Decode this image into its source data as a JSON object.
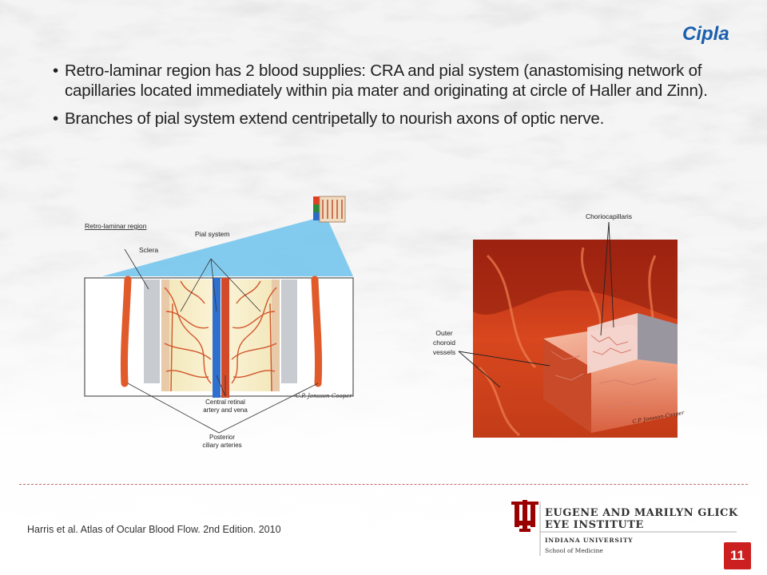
{
  "brand": {
    "name": "Cipla",
    "color": "#1b5fae"
  },
  "bullets": [
    "Retro-laminar region has 2 blood supplies: CRA and pial system (anastomising network of capillaries located immediately within pia mater and originating at circle of Haller and Zinn).",
    "Branches of pial system extend centripetally to nourish axons of optic nerve."
  ],
  "figure_left": {
    "labels": {
      "retro_laminar": "Retro-laminar region",
      "pial_system": "Pial system",
      "sclera": "Sclera",
      "central_retinal_1": "Central retinal",
      "central_retinal_2": "artery and vena",
      "posterior_1": "Posterior",
      "posterior_2": "ciliary arteries",
      "signature": "C.P. Jonsson-Cooper"
    }
  },
  "figure_right": {
    "labels": {
      "choriocapillaris": "Choriocapillaris",
      "outer_1": "Outer",
      "outer_2": "choroid",
      "outer_3": "vessels",
      "signature": "C.P. Jonsson-Cooper"
    }
  },
  "citation": "Harris et al. Atlas of Ocular Blood Flow. 2nd Edition. 2010",
  "institute": {
    "line1": "EUGENE AND MARILYN GLICK",
    "line2": "EYE INSTITUTE",
    "line3": "INDIANA UNIVERSITY",
    "line4": "School of Medicine",
    "color": "#990000"
  },
  "page_number": "11"
}
